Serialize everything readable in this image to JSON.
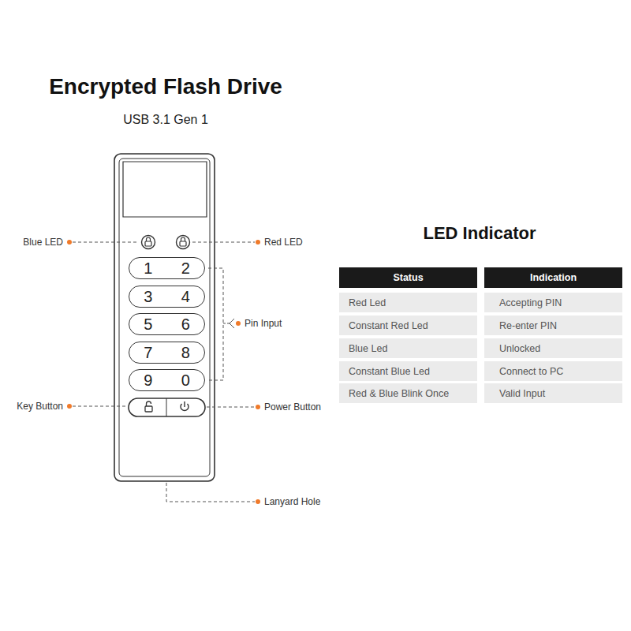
{
  "diagram": {
    "title": "Encrypted Flash Drive",
    "nodes": [
      {
        "text": [
          "1",
          "2"
        ]
      },
      {
        "text": [
          "3",
          "4"
        ]
      },
      {
        "text": [
          "5",
          "6"
        ]
      },
      {
        "text": [
          "7",
          "8"
        ]
      },
      {
        "text": [
          "9",
          "0"
        ]
      }
    ],
    "edges": [],
    "labels": [
      "USB 3.1 Gen 1",
      "Blue LED",
      "Red LED",
      "Pin Input",
      "Key Button",
      "Power Button",
      "Lanyard Hole",
      "LED Indicator",
      "Status",
      "Indication",
      "Red Led",
      "Accepting PIN",
      "Constant Red Led",
      "Re-enter PIN",
      "Blue Led",
      "Unlocked",
      "Constant Blue Led",
      "Connect to PC",
      "Red & Blue Blink Once",
      "Valid Input"
    ]
  }
}
